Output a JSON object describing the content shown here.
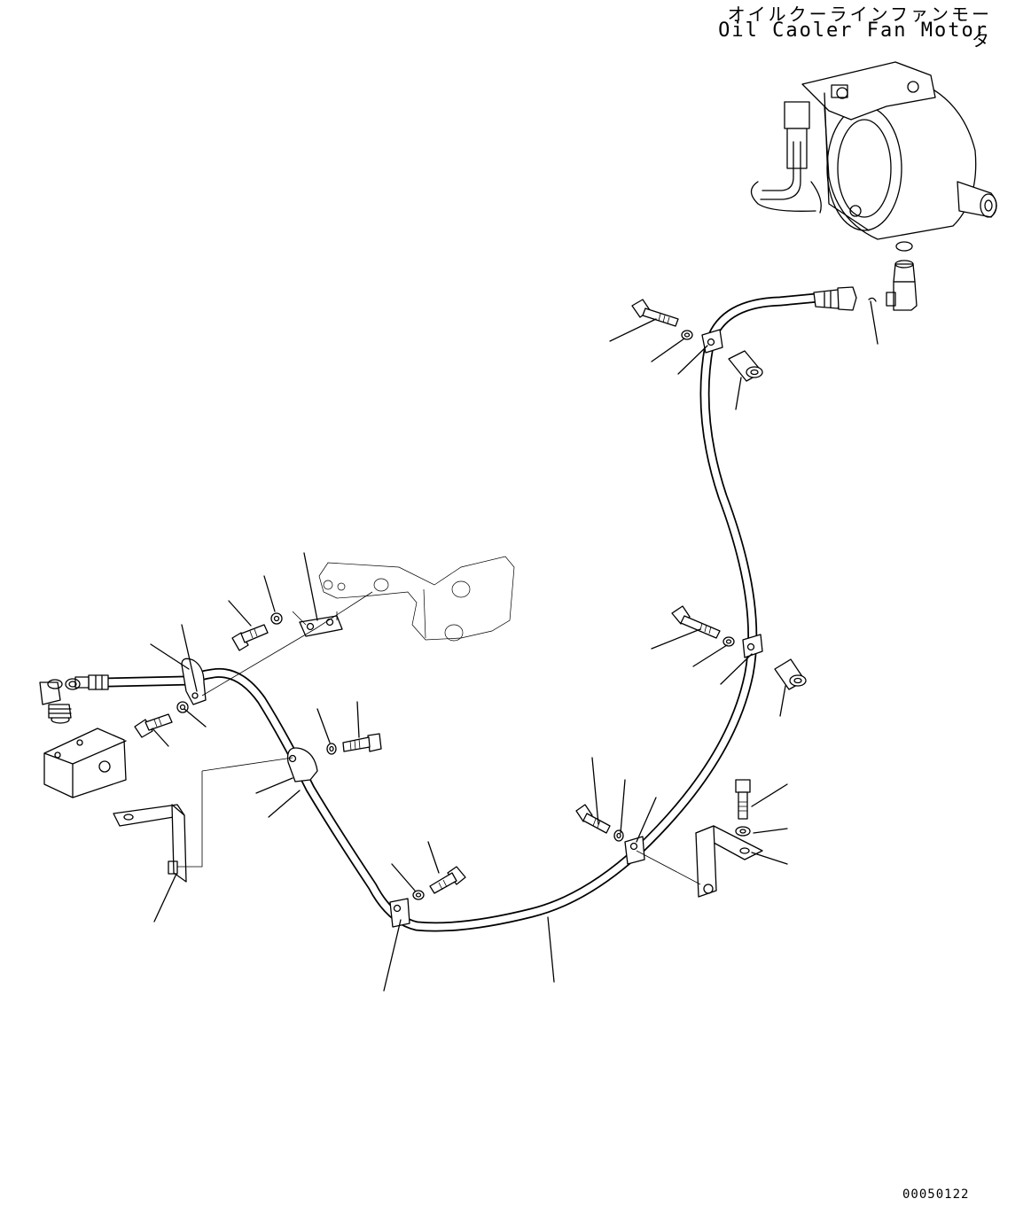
{
  "title": {
    "japanese": "オイルクーラインファンモータ",
    "english": "Oil Caoler Fan Motor"
  },
  "drawing_number": "00050122"
}
